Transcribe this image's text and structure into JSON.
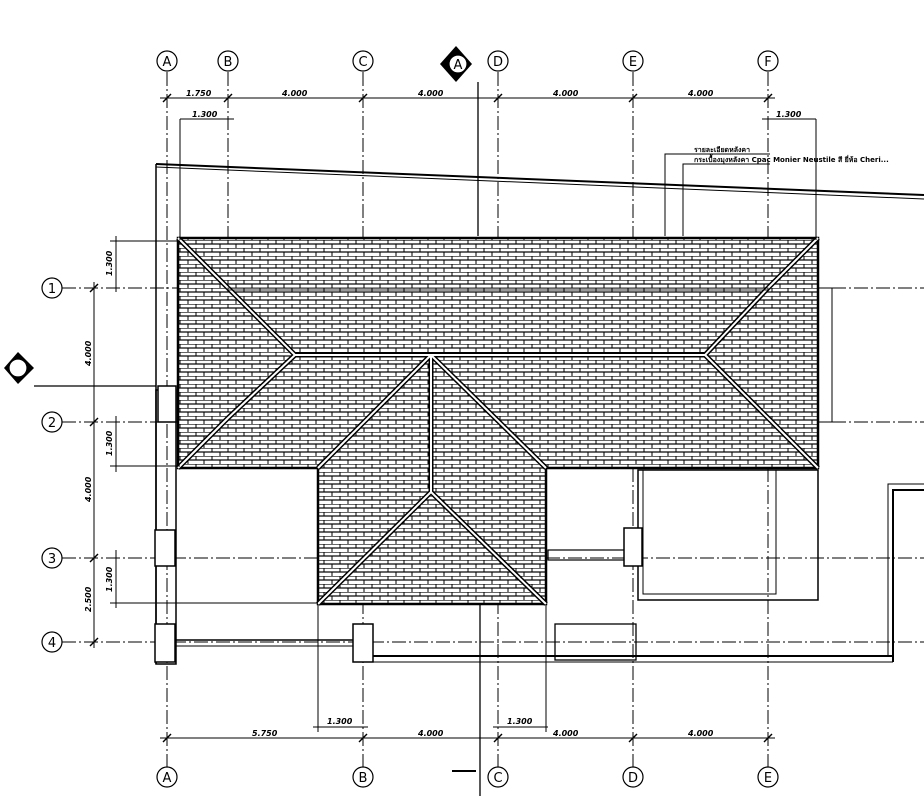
{
  "drawing": {
    "grid_top": [
      "A",
      "B",
      "C",
      "D",
      "E",
      "F"
    ],
    "grid_bottom": [
      "A",
      "B",
      "C",
      "D",
      "E"
    ],
    "grid_left": [
      "1",
      "2",
      "3",
      "4"
    ],
    "section_marker": "A",
    "top_dims": [
      "1.750",
      "4.000",
      "4.000",
      "4.000",
      "4.000"
    ],
    "overhang_top": [
      "1.300",
      "1.300"
    ],
    "left_dims": [
      "1.300",
      "4.000",
      "1.300",
      "4.000",
      "1.300",
      "2.500"
    ],
    "bottom_dims": [
      "5.750",
      "4.000",
      "4.000",
      "4.000"
    ],
    "bottom_overhang": [
      "1.300",
      "1.300"
    ],
    "note_lines": [
      "รายละเอียดหลังคา",
      "กระเบื้องมุงหลังคา Cpac Monier Neustile สี ยี่ห้อ Cheri..."
    ]
  },
  "colors": {
    "line": "#000000",
    "paper": "#ffffff"
  }
}
